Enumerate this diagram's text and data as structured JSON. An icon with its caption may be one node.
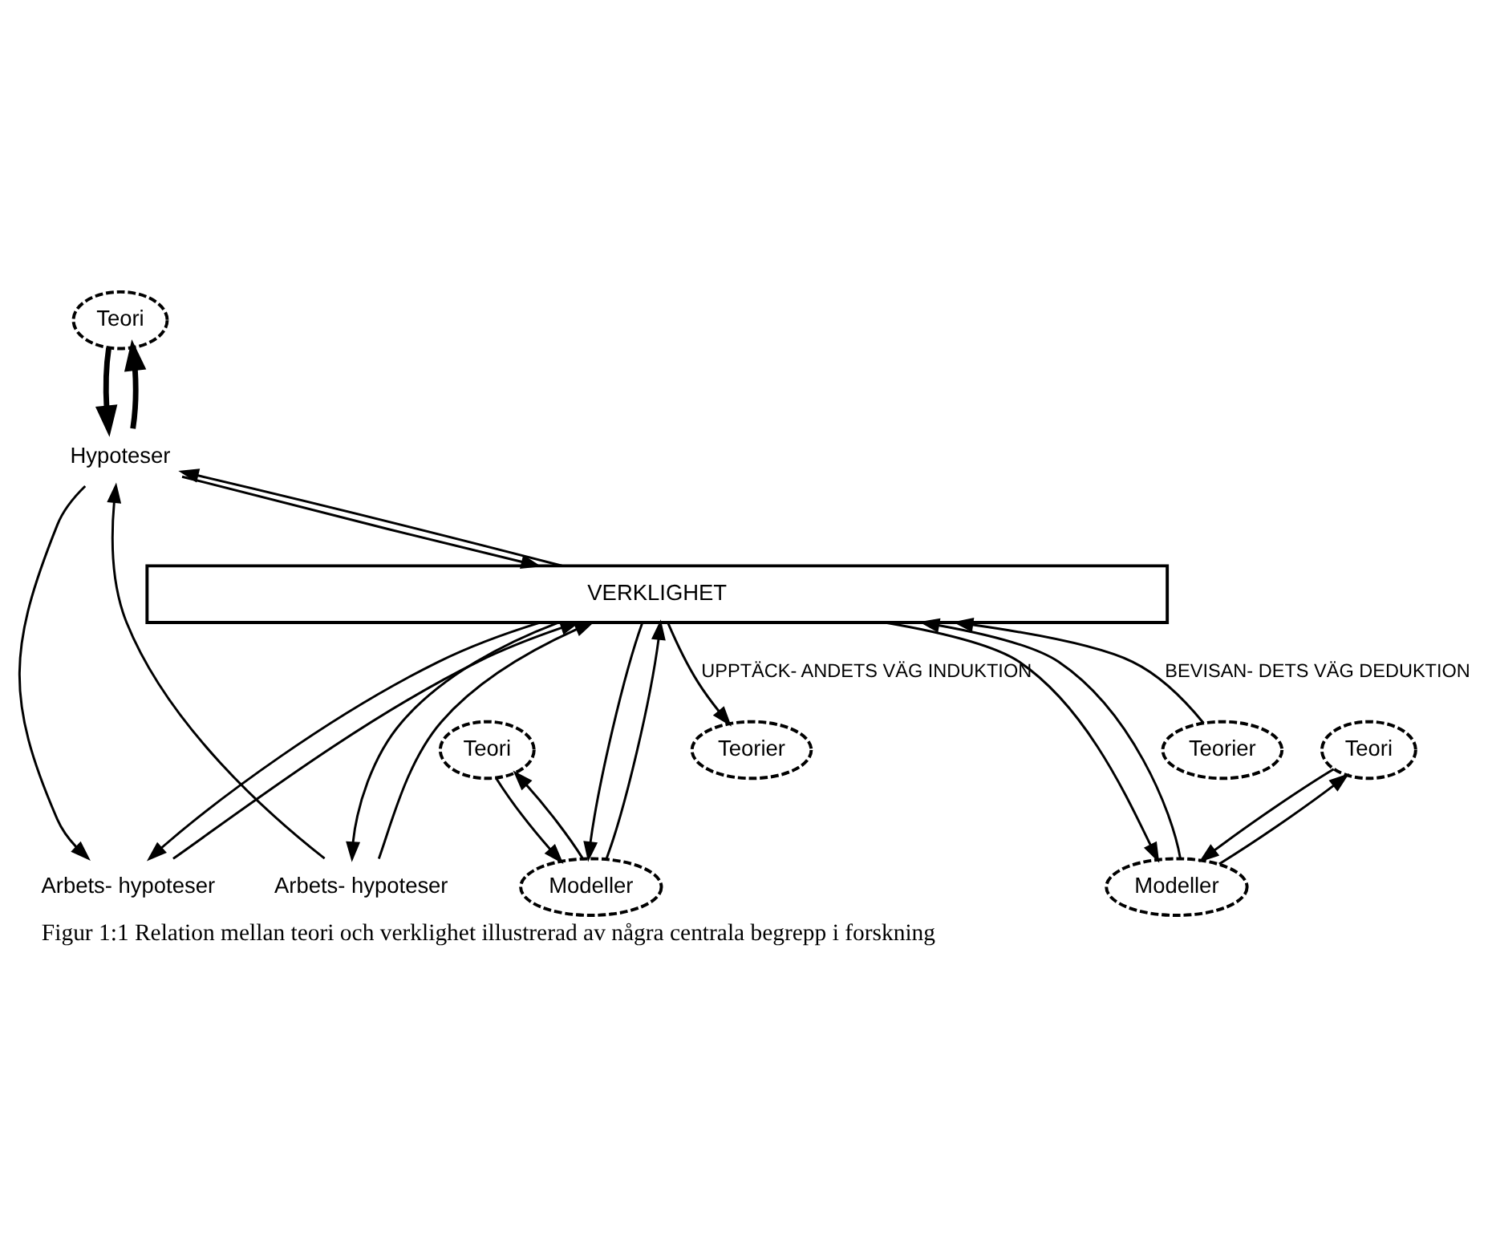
{
  "diagram": {
    "caption": "Figur 1:1 Relation mellan teori och verklighet illustrerad av några centrala begrepp i forskning",
    "nodes": [
      {
        "text": [
          "Teori"
        ]
      },
      {
        "text": [
          "Teorier"
        ]
      },
      {
        "text": [
          "Teori"
        ]
      },
      {
        "text": [
          "Teori"
        ]
      },
      {
        "text": [
          "Teorier"
        ]
      },
      {
        "text": [
          "Hypoteser"
        ]
      },
      {
        "text": [
          "Modeller"
        ]
      },
      {
        "text": [
          "Arbets- hypoteser"
        ]
      },
      {
        "text": [
          "Arbets- hypoteser"
        ]
      },
      {
        "text": [
          "Modeller"
        ]
      },
      {
        "text": [
          "VERKLIGHET"
        ]
      }
    ],
    "edges": [
      {
        "from": 1,
        "to": 10,
        "arrow": "to",
        "label": "BEVISAN- DETS VÄG DEDUKTION"
      },
      {
        "from": 2,
        "to": 6,
        "arrow": "to"
      },
      {
        "from": 6,
        "to": 2,
        "arrow": "to"
      },
      {
        "from": 5,
        "to": 0,
        "arrow": "to",
        "style": "thick"
      },
      {
        "from": 0,
        "to": 5,
        "arrow": "to",
        "style": "thick"
      },
      {
        "from": 3,
        "to": 9,
        "arrow": "to"
      },
      {
        "from": 9,
        "to": 3,
        "arrow": "to"
      },
      {
        "from": 10,
        "to": 4,
        "arrow": "to",
        "label": "UPPTÄCK- ANDETS VÄG INDUKTION"
      },
      {
        "from": 7,
        "to": 5,
        "arrow": "to"
      },
      {
        "from": 5,
        "to": 10,
        "arrow": "to"
      },
      {
        "from": 10,
        "to": 5,
        "arrow": "to"
      },
      {
        "from": 5,
        "to": 8,
        "arrow": "to"
      },
      {
        "from": 6,
        "to": 10,
        "arrow": "to"
      },
      {
        "from": 10,
        "to": 6,
        "arrow": "to"
      },
      {
        "from": 7,
        "to": 10,
        "arrow": "to"
      },
      {
        "from": 10,
        "to": 7,
        "arrow": "to"
      },
      {
        "from": 8,
        "to": 10,
        "arrow": "to"
      },
      {
        "from": 10,
        "to": 8,
        "arrow": "to"
      },
      {
        "from": 9,
        "to": 10,
        "arrow": "to"
      },
      {
        "from": 10,
        "to": 9,
        "arrow": "to"
      }
    ]
  }
}
